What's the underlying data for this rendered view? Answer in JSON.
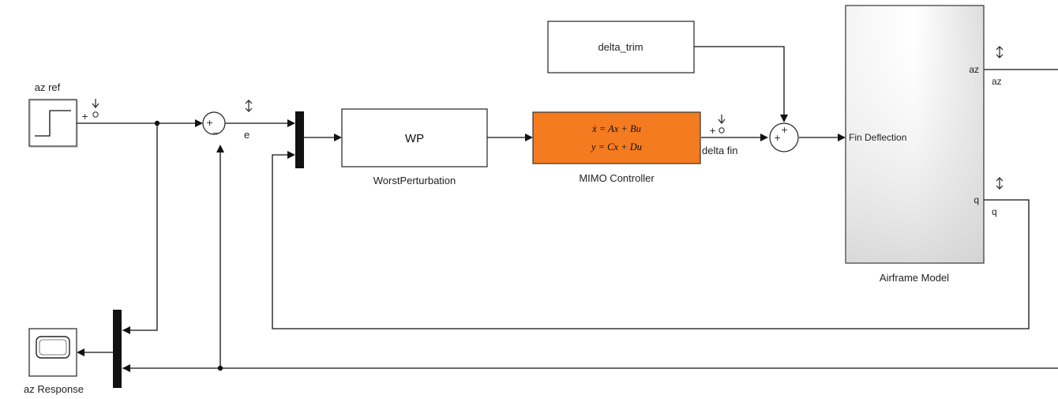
{
  "blocks": {
    "step": {
      "label": "az ref"
    },
    "scope": {
      "label": "az Response"
    },
    "delta_trim": {
      "text": "delta_trim"
    },
    "wp": {
      "text": "WP",
      "label": "WorstPerturbation"
    },
    "controller": {
      "eq1": "ẋ = Ax + Bu",
      "eq2": "y = Cx + Du",
      "label": "MIMO Controller",
      "fill": "#f47b20"
    },
    "airframe": {
      "label": "Airframe Model",
      "in_port": "Fin Deflection",
      "out_port_az": "az",
      "out_port_q": "q"
    }
  },
  "signals": {
    "e": "e",
    "delta_fin": "delta fin",
    "az": "az",
    "q": "q"
  },
  "sum1": {
    "signs": [
      "+",
      "_"
    ]
  },
  "sum2": {
    "signs": [
      "+",
      "+"
    ]
  },
  "test_point_signs": {
    "az_ref": "+",
    "delta_fin": "+"
  }
}
